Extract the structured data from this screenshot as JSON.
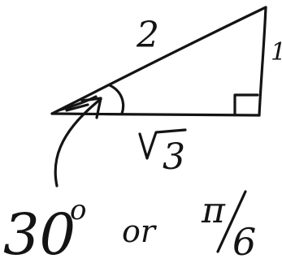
{
  "labels": {
    "hypotenuse": "2",
    "vertical_side": "1",
    "base": "√3",
    "angle_degrees": "30",
    "degree_mark": "o",
    "or": "or",
    "pi": "π",
    "six": "6"
  },
  "colors": {
    "ink": "#141414",
    "paper": "#ffffff"
  },
  "icons": {
    "right_angle": "right-angle-marker-icon",
    "angle_arc": "angle-arc-icon",
    "arrow": "curved-arrow-icon"
  }
}
